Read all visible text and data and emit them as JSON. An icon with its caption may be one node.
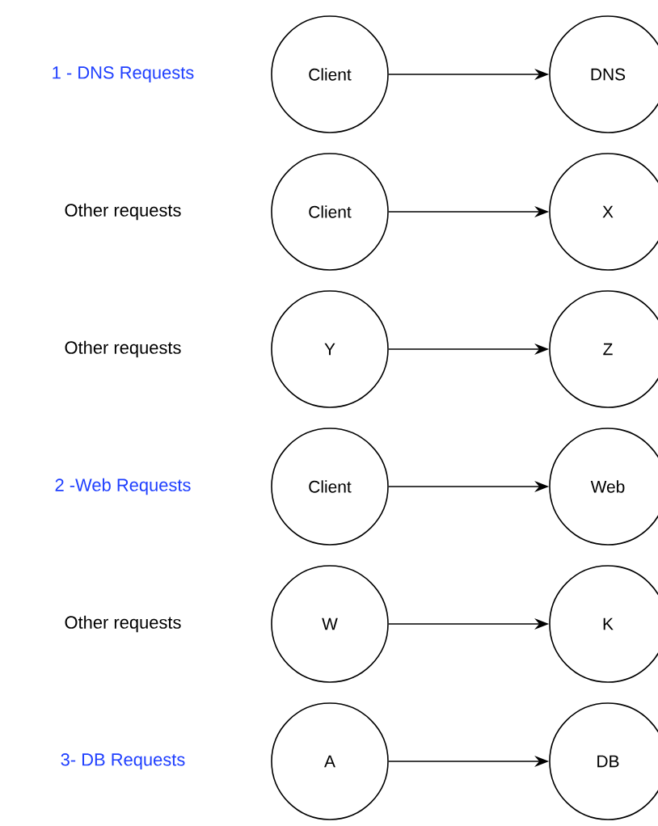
{
  "diagram": {
    "nodes": [
      {
        "text": [
          "Client"
        ]
      },
      {
        "text": [
          "DNS"
        ]
      },
      {
        "text": [
          "Client"
        ]
      },
      {
        "text": [
          "X"
        ]
      },
      {
        "text": [
          "Y"
        ]
      },
      {
        "text": [
          "Z"
        ]
      },
      {
        "text": [
          "Client"
        ]
      },
      {
        "text": [
          "Web"
        ]
      },
      {
        "text": [
          "W"
        ]
      },
      {
        "text": [
          "K"
        ]
      },
      {
        "text": [
          "A"
        ]
      },
      {
        "text": [
          "DB"
        ]
      }
    ],
    "edges": [
      {
        "from": 0,
        "to": 1,
        "arrow": "to"
      },
      {
        "from": 2,
        "to": 3,
        "arrow": "to"
      },
      {
        "from": 4,
        "to": 5,
        "arrow": "to"
      },
      {
        "from": 6,
        "to": 7,
        "arrow": "to"
      },
      {
        "from": 8,
        "to": 9,
        "arrow": "to"
      },
      {
        "from": 10,
        "to": 11,
        "arrow": "to"
      }
    ],
    "labels": [
      "1 - DNS Requests",
      "Other requests",
      "Other requests",
      "2 -Web Requests",
      "Other requests",
      "3- DB Requests"
    ]
  }
}
